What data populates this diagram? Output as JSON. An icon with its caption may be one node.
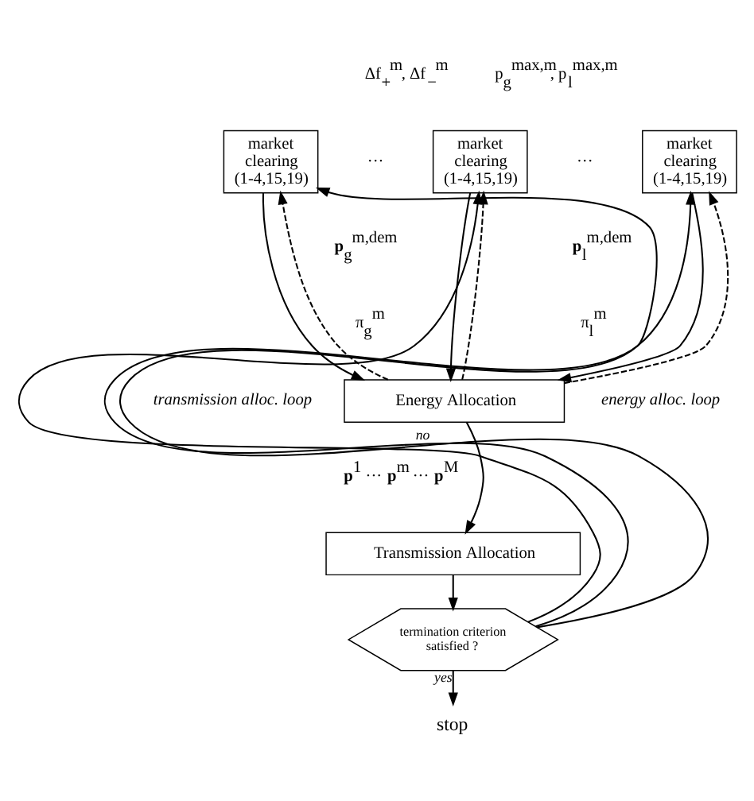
{
  "diagram": {
    "nodes": [
      {
        "text": [
          "market clearing (1-4,15,19)"
        ]
      },
      {
        "text": [
          "market clearing (1-4,15,19)"
        ]
      },
      {
        "text": [
          "market clearing (1-4,15,19)"
        ]
      },
      {
        "text": [
          "Energy Allocation"
        ]
      },
      {
        "text": [
          "Transmission Allocation"
        ]
      },
      {
        "text": [
          "termination criterion satisfied ?"
        ]
      },
      {
        "text": [
          "stop"
        ]
      }
    ],
    "edges": [
      {
        "from": 0,
        "to": 3,
        "arrow": "to"
      },
      {
        "from": 1,
        "to": 3,
        "arrow": "to"
      },
      {
        "from": 2,
        "to": 3,
        "arrow": "to"
      },
      {
        "from": 3,
        "to": 4,
        "arrow": "to"
      },
      {
        "from": 4,
        "to": 5,
        "arrow": "to"
      },
      {
        "from": 5,
        "to": 6,
        "arrow": "to",
        "label": "yes"
      },
      {
        "from": 5,
        "to": 0,
        "arrow": "to",
        "label": "no"
      },
      {
        "from": 5,
        "to": 1,
        "arrow": "to"
      },
      {
        "from": 5,
        "to": 2,
        "arrow": "to"
      },
      {
        "from": 3,
        "to": 0,
        "arrow": "to",
        "style": "dashed"
      },
      {
        "from": 3,
        "to": 1,
        "arrow": "to",
        "style": "dashed"
      },
      {
        "from": 3,
        "to": 2,
        "arrow": "to",
        "style": "dashed"
      }
    ],
    "labels": [
      "Δf$_{+}$$^{m}$, Δf$_{−}$$^{m}$",
      "p$_{g}$$^{max,m}$, p$_{l}$$^{max,m}$",
      "···",
      "···",
      "**p**$_{g}$$^{m,dem}$",
      "**p**$_{l}$$^{m,dem}$",
      "π$_{g}$$^{m}$",
      "π$_{l}$$^{m}$",
      "**p**$^{1}$ ··· **p**$^{m}$ ··· **p**$^{M}$",
      "transmission alloc. loop",
      "energy alloc. loop"
    ]
  }
}
